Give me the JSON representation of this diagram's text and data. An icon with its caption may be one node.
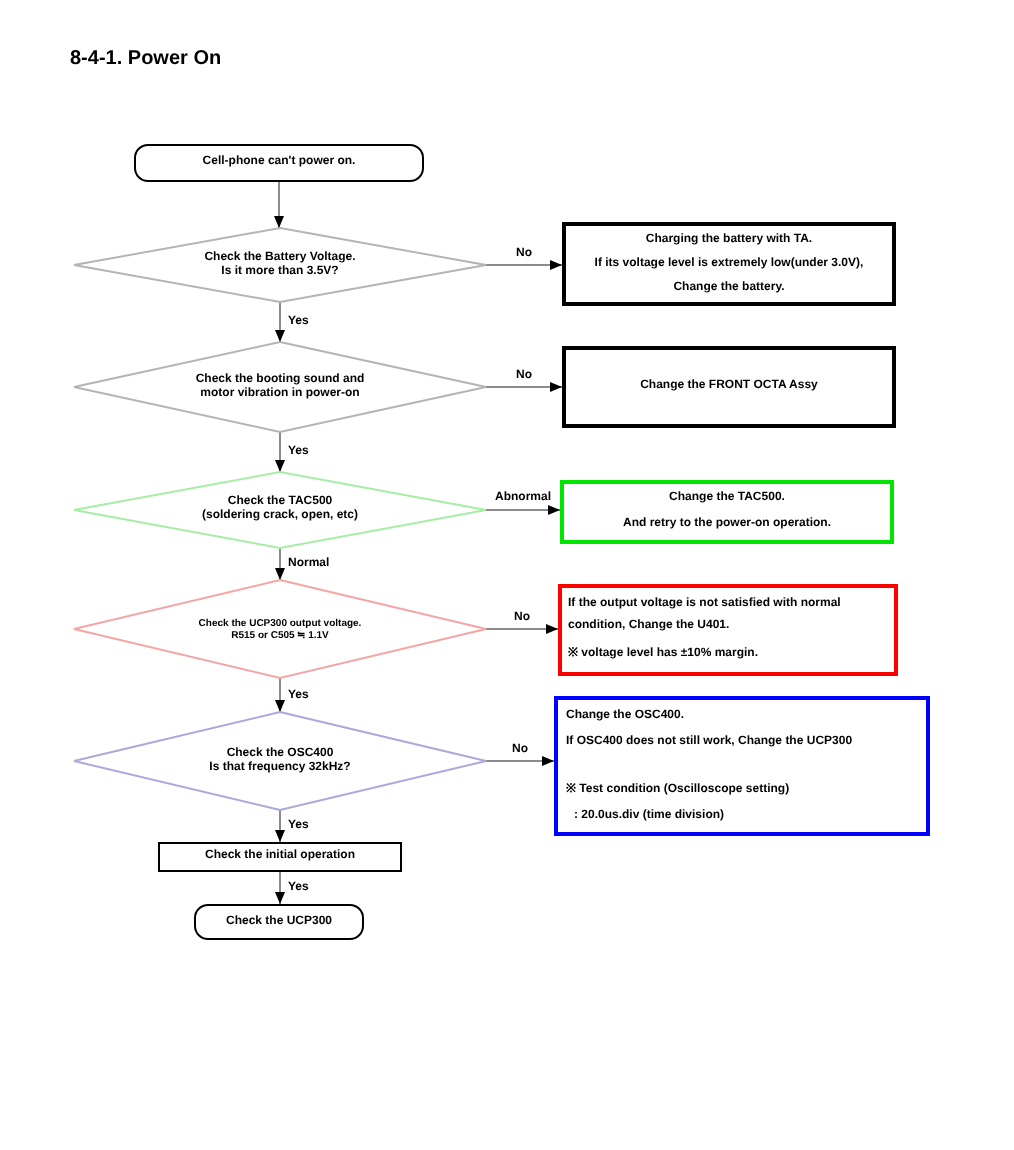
{
  "diagram": {
    "title": "8-4-1. Power On",
    "nodes": [
      {
        "text": [
          "Cell-phone can't power on."
        ]
      },
      {
        "text": [
          "Check the Battery Voltage.",
          "Is it more than 3.5V?"
        ]
      },
      {
        "text": [
          "Charging the battery with TA.",
          "If its voltage level is extremely low(under 3.0V),",
          "Change the battery."
        ]
      },
      {
        "text": [
          "Check the booting sound and motor vibration in power-on"
        ]
      },
      {
        "text": [
          "Change the FRONT OCTA Assy"
        ]
      },
      {
        "text": [
          "Check the TAC500",
          "(soldering crack, open, etc)"
        ]
      },
      {
        "text": [
          "Change the TAC500.",
          "And retry to the power-on operation."
        ]
      },
      {
        "text": [
          "Check the UCP300 output voltage.",
          "R515 or C505 ≒ 1.1V"
        ]
      },
      {
        "text": [
          "If the output voltage is not satisfied with normal condition, Change the U401.",
          "※ voltage level has ±10% margin."
        ]
      },
      {
        "text": [
          "Check the OSC400",
          "Is that frequency 32kHz?"
        ]
      },
      {
        "text": [
          "Change the OSC400.",
          "If OSC400 does not still work, Change the UCP300",
          "※ Test condition (Oscilloscope setting)",
          ": 20.0us.div (time division)"
        ]
      },
      {
        "text": [
          "Check the initial operation"
        ]
      },
      {
        "text": [
          "Check the UCP300"
        ]
      }
    ],
    "edges": [
      {
        "from": 0,
        "to": 1,
        "arrow": "to"
      },
      {
        "from": 1,
        "to": 2,
        "arrow": "to",
        "label": "No"
      },
      {
        "from": 1,
        "to": 3,
        "arrow": "to",
        "label": "Yes"
      },
      {
        "from": 3,
        "to": 4,
        "arrow": "to",
        "label": "No"
      },
      {
        "from": 3,
        "to": 5,
        "arrow": "to",
        "label": "Yes"
      },
      {
        "from": 5,
        "to": 6,
        "arrow": "to",
        "label": "Abnormal"
      },
      {
        "from": 5,
        "to": 7,
        "arrow": "to",
        "label": "Normal"
      },
      {
        "from": 7,
        "to": 8,
        "arrow": "to",
        "label": "No"
      },
      {
        "from": 7,
        "to": 9,
        "arrow": "to",
        "label": "Yes"
      },
      {
        "from": 9,
        "to": 10,
        "arrow": "to",
        "label": "No"
      },
      {
        "from": 9,
        "to": 11,
        "arrow": "to",
        "label": "Yes"
      },
      {
        "from": 11,
        "to": 12,
        "arrow": "to",
        "label": "Yes"
      }
    ]
  }
}
